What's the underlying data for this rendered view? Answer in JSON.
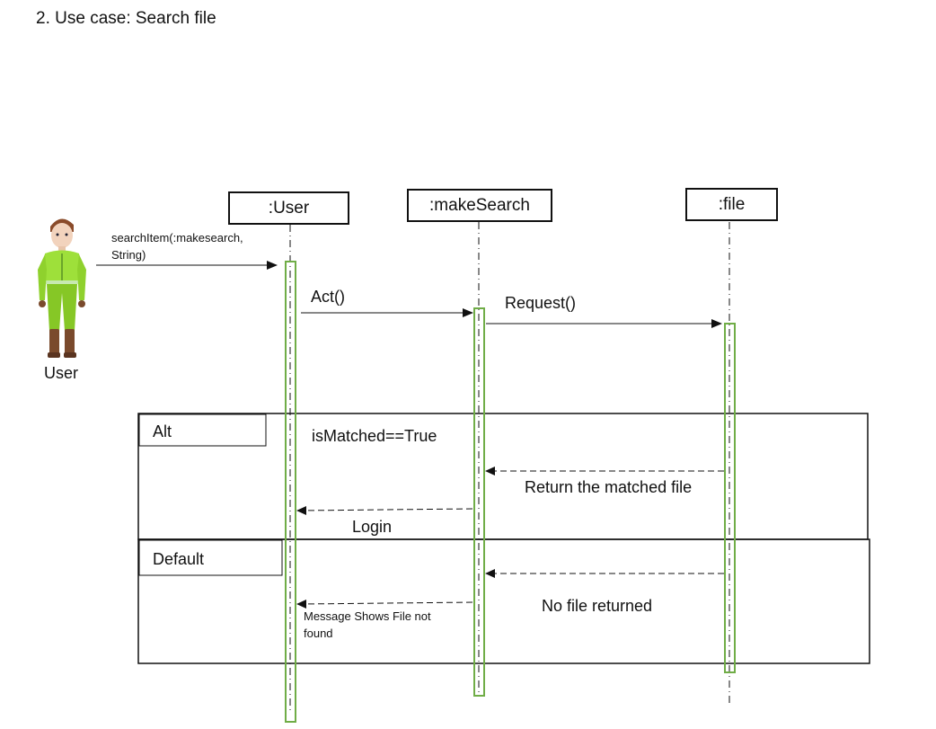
{
  "heading": "2. Use case: Search file",
  "actor": {
    "label": "User"
  },
  "lifelines": [
    {
      "label": ":User"
    },
    {
      "label": ":makeSearch"
    },
    {
      "label": ":file"
    }
  ],
  "messages": {
    "search_item": [
      "searchItem(:makesearch,",
      "String)"
    ],
    "act": "Act()",
    "request": "Request()",
    "return_matched": "Return the matched file",
    "login": "Login",
    "no_file": "No file returned",
    "message_shows": [
      "Message Shows File not",
      "found"
    ]
  },
  "fragments": {
    "alt": {
      "label": "Alt",
      "guard": "isMatched==True"
    },
    "default": {
      "label": "Default"
    }
  },
  "colors": {
    "activation": "#70ad47",
    "line": "#111111"
  }
}
